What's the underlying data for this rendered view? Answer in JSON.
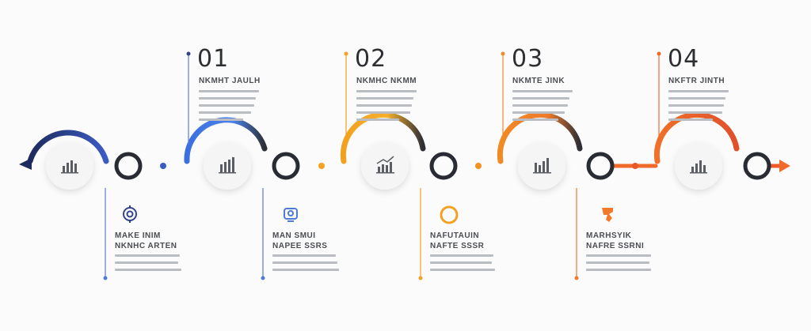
{
  "steps": [
    {
      "number": "01",
      "top_title": "NKMHT JAULH",
      "bottom_title": "MAKE INIM",
      "bottom_subtitle": "NKNHC ARTEN",
      "color": "#33458a",
      "icon": "bar-chart-icon",
      "bottom_icon": "target-icon"
    },
    {
      "number": "02",
      "top_title": "NKMHC NKMM",
      "bottom_title": "MAN SMUI",
      "bottom_subtitle": "NAPEE SSRS",
      "color": "#4f7ad6",
      "icon": "bar-chart-icon",
      "bottom_icon": "gear-icon"
    },
    {
      "number": "03",
      "top_title": "NKMTE JINK",
      "bottom_title": "NAFUTAUIN",
      "bottom_subtitle": "NAFTE SSSR",
      "color": "#f3a123",
      "icon": "growth-chart-icon",
      "bottom_icon": "ring-icon"
    },
    {
      "number": "04",
      "top_title": "NKFTR JINTH",
      "bottom_title": "MARHSYIK",
      "bottom_subtitle": "NAFRE SSRNI",
      "color": "#f07a2a",
      "icon": "bar-chart-icon",
      "bottom_icon": "puzzle-icon"
    }
  ],
  "colors": {
    "navy": "#33458a",
    "blue": "#4f7ad6",
    "yellow": "#f3a123",
    "orange": "#f07a2a",
    "dark_arc": "#3a3a40",
    "text": "#2d2f33"
  }
}
